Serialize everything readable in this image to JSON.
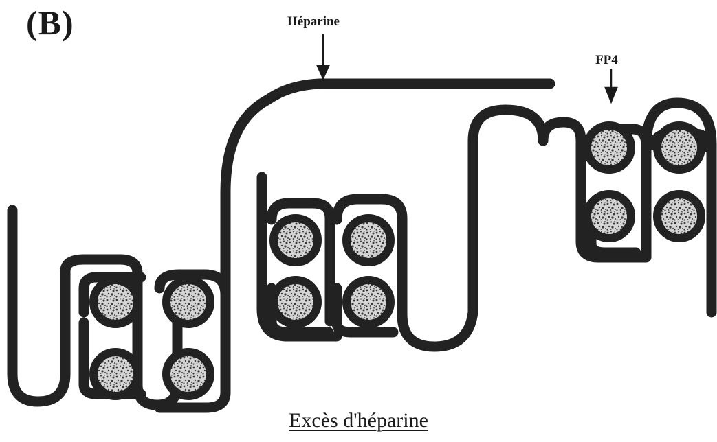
{
  "panel_label": "(B)",
  "labels": {
    "heparin": "Héparine",
    "pf4": "FP4"
  },
  "caption": "Excès d'héparine",
  "colors": {
    "strand": "#222222",
    "bead_fill": "#d4d4d4",
    "bead_speckle": "#3a3a3a",
    "text": "#1a1a1a"
  },
  "complexes": [
    {
      "name": "complex-left",
      "beads": 4
    },
    {
      "name": "complex-middle",
      "beads": 4
    },
    {
      "name": "complex-right",
      "beads": 4
    }
  ]
}
